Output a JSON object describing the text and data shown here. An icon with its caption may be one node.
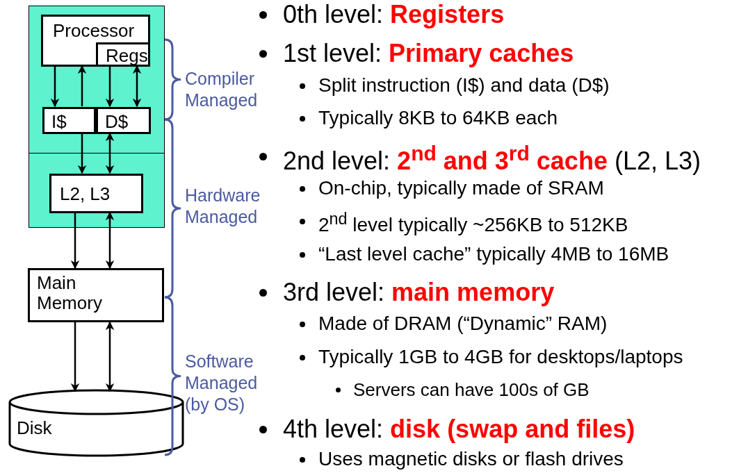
{
  "diagram": {
    "nodes": [
      {
        "text": [],
        "shape": "box"
      },
      {
        "text": [
          "Processor"
        ],
        "in": 0
      },
      {
        "text": [
          "Regs"
        ],
        "in": 1
      },
      {
        "text": [
          "I$"
        ],
        "in": 0
      },
      {
        "text": [
          "D$"
        ],
        "in": 0
      },
      {
        "text": [
          "L2, L3"
        ],
        "in": 0
      },
      {
        "text": [
          "Main Memory"
        ]
      },
      {
        "text": [
          "Disk"
        ]
      }
    ],
    "edges": [
      {
        "from": 1,
        "to": 3,
        "arrow": "to"
      },
      {
        "from": 3,
        "to": 1,
        "arrow": "to"
      },
      {
        "from": 2,
        "to": 4,
        "arrow": "to"
      },
      {
        "from": 2,
        "to": 4,
        "arrow": "both"
      },
      {
        "from": 3,
        "to": 5,
        "arrow": "to"
      },
      {
        "from": 4,
        "to": 5,
        "arrow": "both"
      },
      {
        "from": 5,
        "to": 6,
        "arrow": "to"
      },
      {
        "from": 5,
        "to": 6,
        "arrow": "both"
      },
      {
        "from": 6,
        "to": 7,
        "arrow": "to"
      },
      {
        "from": 6,
        "to": 7,
        "arrow": "both"
      }
    ],
    "labels": [
      "Compiler Managed",
      "Hardware Managed",
      "Software Managed (by OS)",
      "0th level: **Registers**",
      "1st level: **Primary caches**",
      "Split instruction (I$) and data (D$)",
      "Typically 8KB to 64KB each",
      "2nd level: **2$^{nd}$ and 3$^{rd}$ cache** (L2, L3)",
      "On-chip, typically made of SRAM",
      "2$^{nd}$ level typically ~256KB to 512KB",
      "“Last level cache” typically 4MB to 16MB",
      "3rd level: **main memory**",
      "Made of DRAM (“Dynamic” RAM)",
      "Typically 1GB to 4GB for desktops/laptops",
      "Servers can have 100s of GB",
      "4th level: **disk (swap and files)**",
      "Uses magnetic disks or flash drives"
    ]
  }
}
